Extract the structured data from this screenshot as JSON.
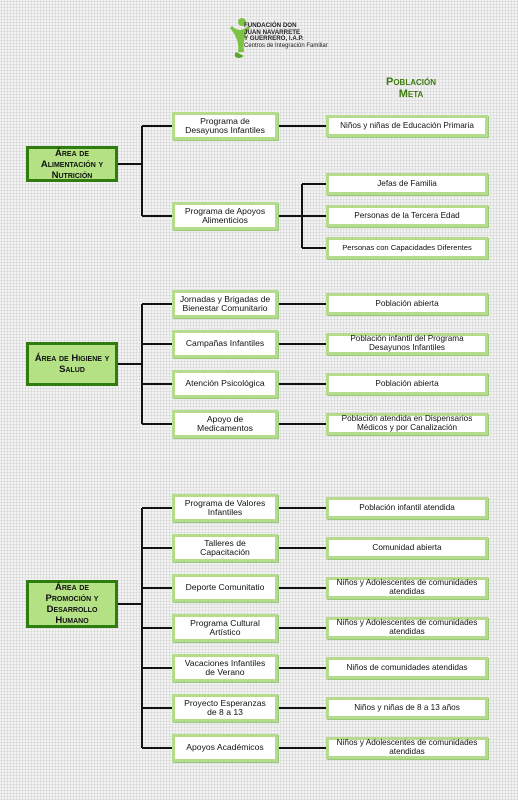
{
  "header": {
    "logo_line1": "FUNDACIÓN DON",
    "logo_line2": "JUAN NAVARRETE",
    "logo_line3": "Y GUERRERO, I.A.P.",
    "logo_subtitle": "Centros de Integración Familiar",
    "meta_line1": "Población",
    "meta_line2": "Meta"
  },
  "areas": [
    {
      "name": "Área de Alimentación y Nutrición",
      "programs": [
        {
          "label": "Programa de Desayunos Infantiles",
          "targets": [
            "Niños y niñas de Educación Primaria"
          ]
        },
        {
          "label": "Programa de Apoyos Alimenticios",
          "targets": [
            "Jefas de Familia",
            "Personas de la Tercera Edad",
            "Personas con Capacidades Diferentes"
          ]
        }
      ]
    },
    {
      "name": "Área de Higiene y Salud",
      "programs": [
        {
          "label": "Jornadas y Brigadas de Bienestar Comunitario",
          "targets": [
            "Población abierta"
          ]
        },
        {
          "label": "Campañas Infantiles",
          "targets": [
            "Población infantil del Programa Desayunos Infantiles"
          ]
        },
        {
          "label": "Atención Psicológica",
          "targets": [
            "Población abierta"
          ]
        },
        {
          "label": "Apoyo de Medicamentos",
          "targets": [
            "Población atendida en Dispensarios Médicos y por Canalización"
          ]
        }
      ]
    },
    {
      "name": "Área de Promoción y Desarrollo Humano",
      "programs": [
        {
          "label": "Programa de Valores Infantiles",
          "targets": [
            "Población infantil atendida"
          ]
        },
        {
          "label": "Talleres de Capacitación",
          "targets": [
            "Comunidad abierta"
          ]
        },
        {
          "label": "Deporte Comunitatio",
          "targets": [
            "Niños y Adolescentes de comunidades atendidas"
          ]
        },
        {
          "label": "Programa Cultural Artístico",
          "targets": [
            "Niños y Adolescentes de comunidades atendidas"
          ]
        },
        {
          "label": "Vacaciones Infantiles de Verano",
          "targets": [
            "Niños de comunidades atendidas"
          ]
        },
        {
          "label": "Proyecto Esperanzas de 8 a 13",
          "targets": [
            "Niños y niñas de 8 a 13 años"
          ]
        },
        {
          "label": "Apoyos Académicos",
          "targets": [
            "Niños y Adolescentes de comunidades atendidas"
          ]
        }
      ]
    }
  ]
}
